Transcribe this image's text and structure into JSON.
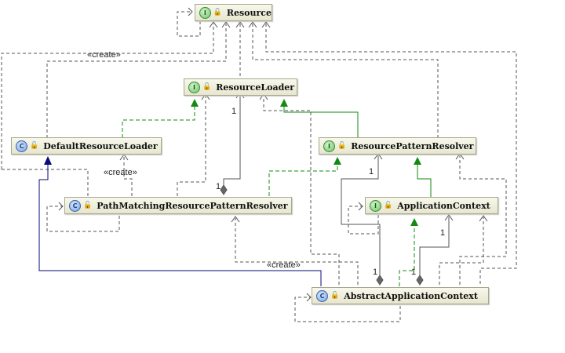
{
  "diagram": {
    "nodes": [
      {
        "id": "Resource",
        "kind": "interface",
        "badge": "I",
        "label": "Resource"
      },
      {
        "id": "ResourceLoader",
        "kind": "interface",
        "badge": "I",
        "label": "ResourceLoader"
      },
      {
        "id": "DefaultResourceLoader",
        "kind": "class",
        "badge": "C",
        "label": "DefaultResourceLoader"
      },
      {
        "id": "ResourcePatternResolver",
        "kind": "interface",
        "badge": "I",
        "label": "ResourcePatternResolver"
      },
      {
        "id": "PathMatchingResourcePatternResolver",
        "kind": "class",
        "badge": "C",
        "label": "PathMatchingResourcePatternResolver"
      },
      {
        "id": "ApplicationContext",
        "kind": "interface",
        "badge": "I",
        "label": "ApplicationContext"
      },
      {
        "id": "AbstractApplicationContext",
        "kind": "abstract-class",
        "badge": "C",
        "label": "AbstractApplicationContext"
      }
    ],
    "stereotypes": {
      "create": "«create»"
    },
    "multiplicity": "1",
    "edges": [
      {
        "from": "ResourceLoader",
        "to": "Resource",
        "type": "dependency"
      },
      {
        "from": "DefaultResourceLoader",
        "to": "Resource",
        "type": "dependency",
        "label": "«create»"
      },
      {
        "from": "DefaultResourceLoader",
        "to": "ResourceLoader",
        "type": "realization"
      },
      {
        "from": "ResourcePatternResolver",
        "to": "ResourceLoader",
        "type": "generalization"
      },
      {
        "from": "PathMatchingResourcePatternResolver",
        "to": "DefaultResourceLoader",
        "type": "dependency",
        "label": "«create»"
      },
      {
        "from": "PathMatchingResourcePatternResolver",
        "to": "ResourceLoader",
        "type": "composition",
        "multiplicity": "1"
      },
      {
        "from": "PathMatchingResourcePatternResolver",
        "to": "ResourcePatternResolver",
        "type": "realization"
      },
      {
        "from": "ApplicationContext",
        "to": "ResourcePatternResolver",
        "type": "generalization"
      },
      {
        "from": "AbstractApplicationContext",
        "to": "DefaultResourceLoader",
        "type": "generalization"
      },
      {
        "from": "AbstractApplicationContext",
        "to": "ApplicationContext",
        "type": "realization"
      },
      {
        "from": "AbstractApplicationContext",
        "to": "ResourcePatternResolver",
        "type": "composition",
        "multiplicity": "1"
      },
      {
        "from": "AbstractApplicationContext",
        "to": "ApplicationContext",
        "type": "composition",
        "multiplicity": "1"
      },
      {
        "from": "AbstractApplicationContext",
        "to": "PathMatchingResourcePatternResolver",
        "type": "dependency",
        "label": "«create»"
      }
    ],
    "colors": {
      "dependency": "#555555",
      "realization": "#138a13",
      "generalization_interface": "#138a13",
      "generalization_class": "#0a0a78",
      "composition": "#555555"
    }
  }
}
